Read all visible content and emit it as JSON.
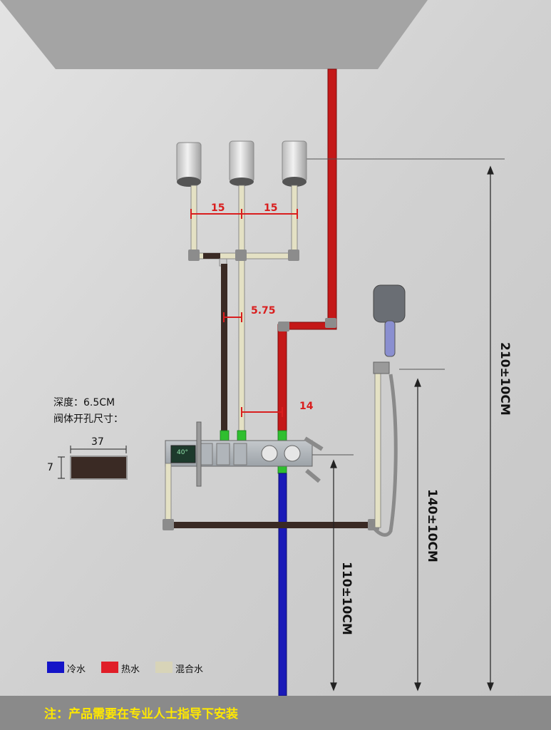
{
  "dimensions": {
    "spacing_left": "15",
    "spacing_right": "15",
    "mix_pipe_offset": "5.75",
    "hot_offset": "14",
    "head_height": "210±10CM",
    "hand_height": "140±10CM",
    "valve_height": "110±10CM"
  },
  "info": {
    "depth": "深度：6.5CM",
    "hole": "阀体开孔尺寸：",
    "hole_width": "37",
    "hole_height": "7"
  },
  "panel": {
    "display_value": "40°"
  },
  "legend": [
    {
      "label": "冷水",
      "color": "#1414c8"
    },
    {
      "label": "热水",
      "color": "#e01e28"
    },
    {
      "label": "混合水",
      "color": "#d8d4b8"
    }
  ],
  "footer": {
    "note": "注：产品需要在专业人士指导下安装"
  },
  "colors": {
    "hot": "#c41818",
    "cold": "#1a1ab8",
    "mix": "#e4e1c4",
    "dark": "#3a2a24",
    "fitting": "#8c8c8c",
    "valve_green": "#2fbf2f"
  }
}
